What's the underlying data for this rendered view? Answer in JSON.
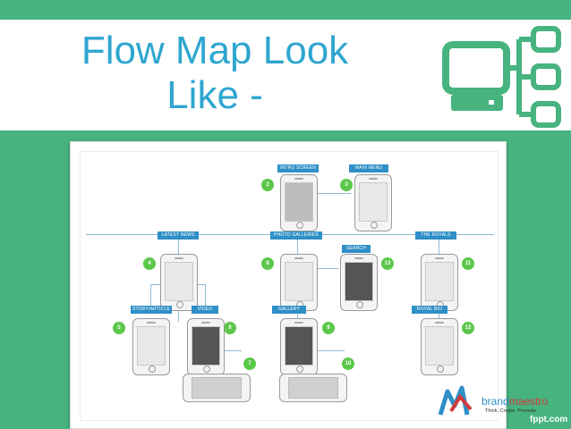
{
  "slide": {
    "title_line1": "Flow Map Look",
    "title_line2": "Like -"
  },
  "flowmap": {
    "labels": {
      "intro": "INTRO SCREEN",
      "main": "MAIN MENU",
      "latest": "LATEST NEWS",
      "photo": "PHOTO GALLERIES",
      "search": "SEARCH",
      "royals": "THE ROYALS",
      "story": "STORY/ARTICLE",
      "video": "VIDEO",
      "gallery": "GALLERY",
      "royalbio": "ROYAL BIO"
    },
    "numbers": {
      "n2": "2",
      "n3": "3",
      "n4": "4",
      "n5": "5",
      "n6": "6",
      "n7": "7",
      "n8": "8",
      "n9": "9",
      "n10": "10",
      "n11": "11",
      "n12": "12",
      "n13": "13"
    }
  },
  "branding": {
    "name_part1": "brand",
    "name_part2": "maestro",
    "tagline": "Think. Create. Promote.",
    "site": "fppt.com"
  },
  "colors": {
    "background": "#47b37f",
    "title": "#2fa6d0",
    "label": "#2f8fc7",
    "number": "#5cc84b"
  }
}
